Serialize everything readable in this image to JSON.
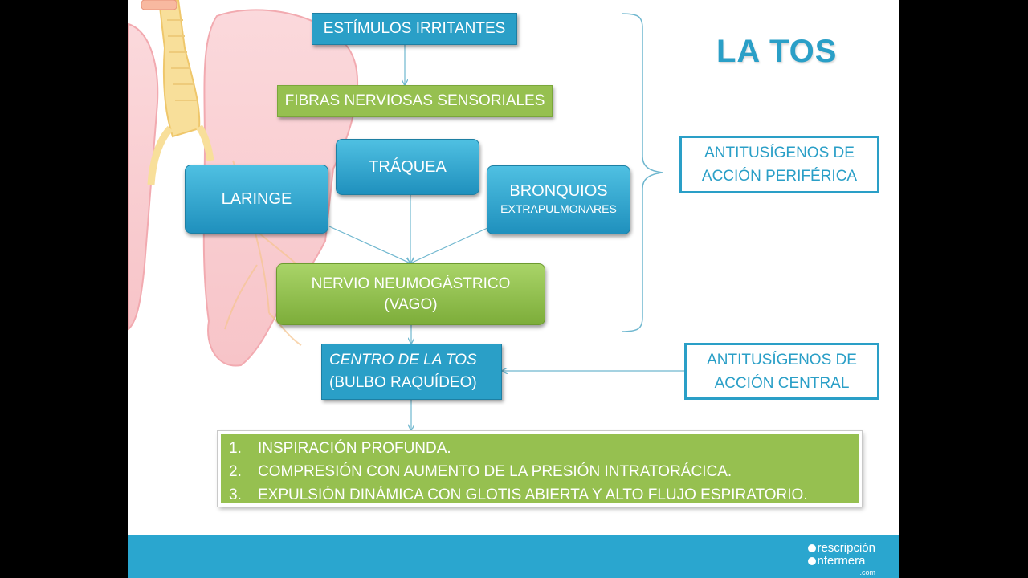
{
  "title": "LA TOS",
  "boxes": {
    "estimulos": "ESTÍMULOS IRRITANTES",
    "fibras": "FIBRAS NERVIOSAS SENSORIALES",
    "traquea": "TRÁQUEA",
    "laringe": "LARINGE",
    "bronquios": "BRONQUIOS",
    "bronquios_sub": "EXTRAPULMONARES",
    "nervio_line1": "NERVIO NEUMOGÁSTRICO",
    "nervio_line2": "(VAGO)",
    "centro_line1": "CENTRO DE LA TOS",
    "centro_line2": "(BULBO RAQUÍDEO)"
  },
  "side_labels": {
    "periferica_line1": "ANTITUSÍGENOS DE",
    "periferica_line2": "ACCIÓN PERIFÉRICA",
    "central_line1": "ANTITUSÍGENOS DE",
    "central_line2": "ACCIÓN CENTRAL"
  },
  "steps": [
    {
      "num": "1.",
      "text": "INSPIRACIÓN PROFUNDA."
    },
    {
      "num": "2.",
      "text": "COMPRESIÓN CON AUMENTO DE LA PRESIÓN INTRATORÁCICA."
    },
    {
      "num": "3.",
      "text": "EXPULSIÓN DINÁMICA CON GLOTIS ABIERTA Y ALTO FLUJO ESPIRATORIO."
    }
  ],
  "footer": {
    "logo_line1": "rescripción",
    "logo_line2": "nfermera",
    "logo_com": ".com"
  },
  "colors": {
    "accent_blue": "#2a9fc7",
    "accent_green": "#96c050",
    "footer_bar": "#2aa6cf"
  }
}
